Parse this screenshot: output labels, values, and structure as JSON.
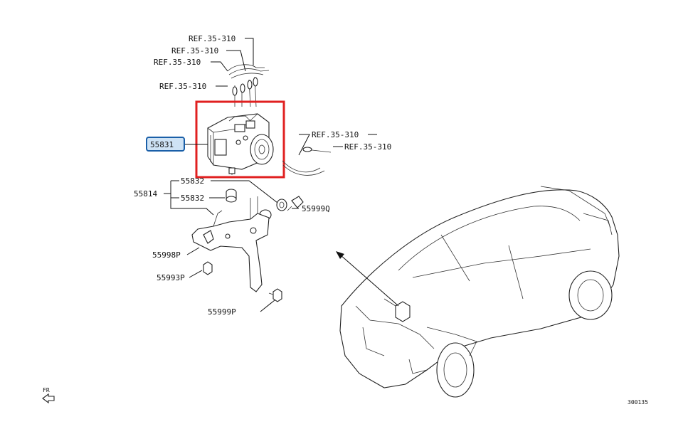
{
  "labels": {
    "ref1": "REF.35-310",
    "ref2": "REF.35-310",
    "ref3": "REF.35-310",
    "ref4": "REF.35-310",
    "ref5": "REF.35-310",
    "ref6": "REF.35-310",
    "p55831": "55831",
    "p55832a": "55832",
    "p55814": "55814",
    "p55832b": "55832",
    "p55999q": "55999Q",
    "p55998p": "55998P",
    "p55993p": "55993P",
    "p55999p": "55999P",
    "fr": "FR",
    "code": "300135"
  },
  "colors": {
    "highlight_box": "#e02020",
    "callout_border": "#1a5fa8",
    "callout_fill": "#cfe3f5",
    "line": "#111111"
  },
  "icons": {
    "fr_arrow": "front-arrow-icon"
  }
}
